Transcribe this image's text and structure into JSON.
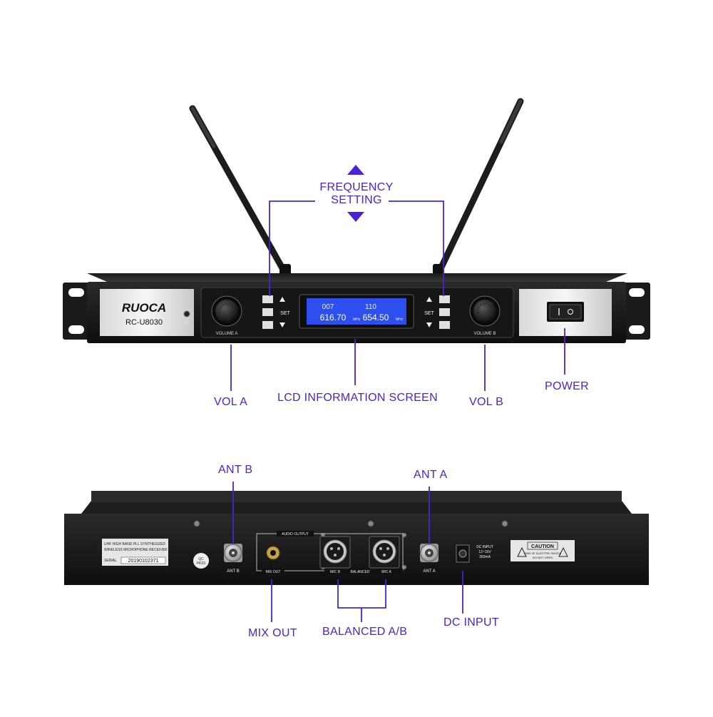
{
  "accent_color": "#4a22d8",
  "callouts": {
    "frequency_setting_line1": "FREQUENCY",
    "frequency_setting_line2": "SETTING",
    "vol_a": "VOL A",
    "lcd_screen": "LCD INFORMATION SCREEN",
    "vol_b": "VOL B",
    "power": "POWER",
    "ant_b": "ANT B",
    "ant_a": "ANT A",
    "mix_out": "MIX OUT",
    "balanced": "BALANCED A/B",
    "dc_input": "DC INPUT"
  },
  "front_panel": {
    "brand": "RUOCA",
    "model": "RC-U8030",
    "ir_label": "IR",
    "volume_a_label": "VOLUME A",
    "volume_b_label": "VOLUME B",
    "set_label": "SET",
    "lcd": {
      "channel_a": "007",
      "channel_b": "110",
      "freq_a": "616.70",
      "freq_b": "654.50",
      "unit": "MHz",
      "backlight_color": "#2d4ff0"
    }
  },
  "rear_panel": {
    "sticker_line1": "UHF HIGH BAND PLL SYNTHESIZED",
    "sticker_line2": "WIRELESS MICROPHONE RECEIVER",
    "serial_label": "SERIAL",
    "serial_number": "20190102371",
    "qc_line1": "QC",
    "qc_line2": "PASS",
    "ant_b_label": "ANT B",
    "ant_a_label": "ANT A",
    "audio_output_label": "AUDIO OUTPUT",
    "mix_out_label": "MIX OUT",
    "mic_b_label": "MIC B",
    "balanced_label": "BALANCED",
    "mic_a_label": "MIC A",
    "dc_line1": "DC INPUT",
    "dc_line2": "12~15V",
    "dc_line3": "350mA",
    "caution_title": "CAUTION",
    "caution_line1": "RISK OF ELECTRIC SHOCK",
    "caution_line2": "DO NOT OPEN"
  },
  "icons": [
    "triangle-up-icon",
    "triangle-down-icon",
    "knob-icon",
    "power-switch-icon",
    "bnc-connector-icon",
    "xlr-connector-icon",
    "jack-icon",
    "warning-icon"
  ]
}
